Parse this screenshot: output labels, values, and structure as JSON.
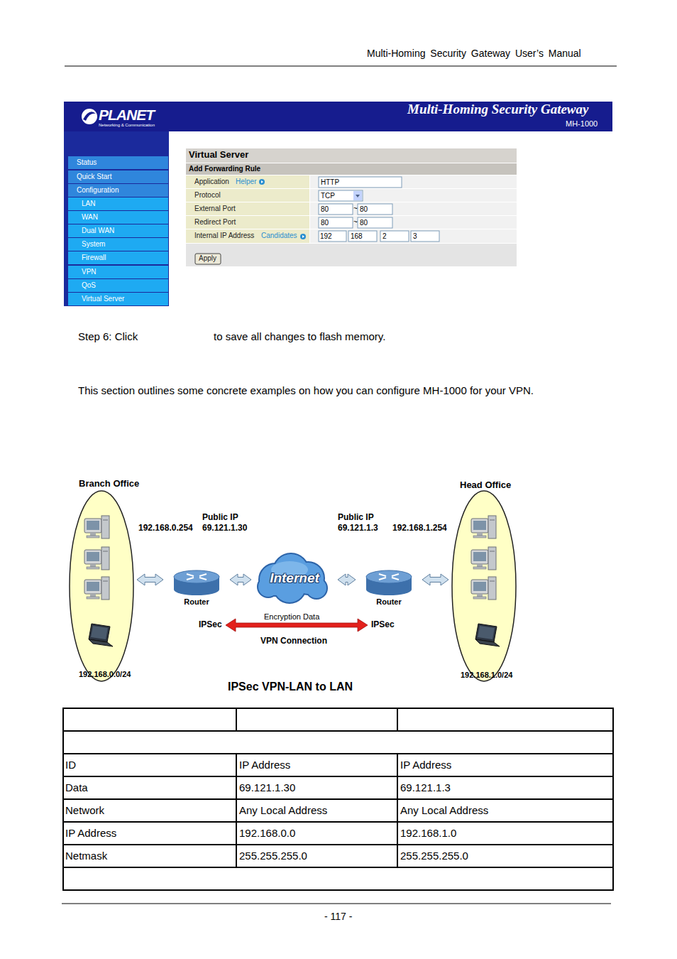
{
  "diagram": {
    "caption": "IPSec VPN-LAN to LAN",
    "nodes": [
      {
        "text": [
          "Branch Office",
          "192.168.0.0/24"
        ]
      },
      {
        "text": [
          "Router"
        ]
      },
      {
        "text": [
          "Internet"
        ]
      },
      {
        "text": [
          "Router"
        ]
      },
      {
        "text": [
          "Head Office",
          "192.168.1.0/24"
        ]
      }
    ],
    "edges": [
      {
        "from": 0,
        "to": 1,
        "arrow": "both"
      },
      {
        "from": 1,
        "to": 2,
        "arrow": "both"
      },
      {
        "from": 2,
        "to": 3,
        "arrow": "both"
      },
      {
        "from": 3,
        "to": 4,
        "arrow": "both"
      }
    ],
    "labels": [
      "Multi-Homing Security Gateway User’s Manual",
      "PLANET",
      "Networking & Communication",
      "Multi-Homing Security Gateway",
      "MH-1000",
      "Status",
      "Quick Start",
      "Configuration",
      "LAN",
      "WAN",
      "Dual WAN",
      "System",
      "Firewall",
      "VPN",
      "QoS",
      "Virtual Server",
      "Virtual Server",
      "Add Forwarding Rule",
      "Application",
      "Helper",
      "HTTP",
      "Protocol",
      "TCP",
      "External Port",
      "80",
      "~",
      "80",
      "Redirect Port",
      "80",
      "~",
      "80",
      "Internal IP Address",
      "Candidates",
      "192",
      "168",
      "2",
      "3",
      "Apply",
      "Step 6: Click",
      "to save all changes to flash memory.",
      "This section outlines some concrete examples on how you can configure MH-1000 for your VPN.",
      "192.168.0.254",
      "Public IP",
      "69.121.1.30",
      "Public IP",
      "69.121.1.3",
      "192.168.1.254",
      "IPSec",
      "Encryption Data",
      "IPSec",
      "VPN Connection",
      "ID",
      "IP Address",
      "IP Address",
      "Data",
      "69.121.1.30",
      "69.121.1.3",
      "Network",
      "Any Local Address",
      "Any Local Address",
      "IP Address",
      "192.168.0.0",
      "192.168.1.0",
      "Netmask",
      "255.255.255.0",
      "255.255.255.0",
      "- 117 -"
    ]
  }
}
